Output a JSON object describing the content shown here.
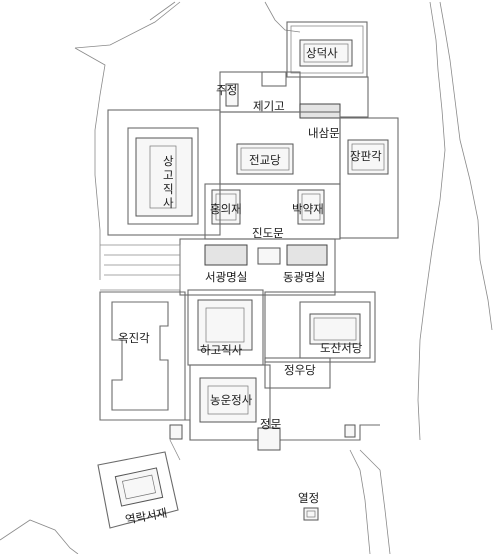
{
  "map": {
    "title": "",
    "buildings": [
      {
        "id": "sangdeoksa",
        "label": "상덕사",
        "vertical": false
      },
      {
        "id": "jujeong",
        "label": "주정",
        "vertical": false
      },
      {
        "id": "jegigo",
        "label": "제기고",
        "vertical": false
      },
      {
        "id": "naesammun",
        "label": "내삼문",
        "vertical": false
      },
      {
        "id": "jangpangak",
        "label": "장판각",
        "vertical": false
      },
      {
        "id": "jingyodang",
        "label": "전교당",
        "vertical": false
      },
      {
        "id": "sanggojiksa",
        "label": "상고직사",
        "vertical": true
      },
      {
        "id": "heungyijae",
        "label": "홍의재",
        "vertical": false
      },
      {
        "id": "bagyakjae",
        "label": "박약재",
        "vertical": false
      },
      {
        "id": "jindomun",
        "label": "진도문",
        "vertical": false
      },
      {
        "id": "seogwangmyeongsil",
        "label": "서광명실",
        "vertical": false
      },
      {
        "id": "donggwangmyeongsil",
        "label": "동광명실",
        "vertical": false
      },
      {
        "id": "okjingak",
        "label": "옥진각",
        "vertical": false
      },
      {
        "id": "hagojiksa",
        "label": "하고직사",
        "vertical": false
      },
      {
        "id": "dosanseodang",
        "label": "도산서당",
        "vertical": false
      },
      {
        "id": "jeongudang",
        "label": "정우당",
        "vertical": false
      },
      {
        "id": "nongunjeongsa",
        "label": "농운정사",
        "vertical": false
      },
      {
        "id": "jeongmun",
        "label": "정문",
        "vertical": false
      },
      {
        "id": "yeolijeong",
        "label": "열정",
        "vertical": false
      },
      {
        "id": "yeokraksaje",
        "label": "역락서재",
        "vertical": false
      }
    ]
  }
}
